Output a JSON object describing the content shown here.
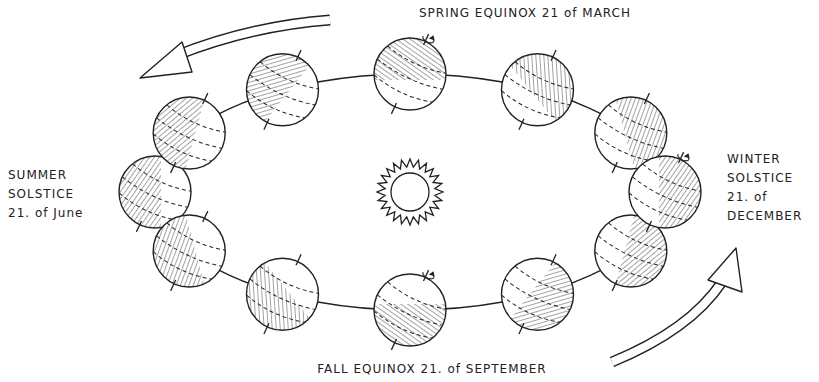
{
  "diagram": {
    "labels": [
      "SPRING EQUINOX 21 of MARCH",
      "SUMMER SOLSTICE 21. of June",
      "WINTER SOLSTICE 21. of DECEMBER",
      "FALL EQUINOX 21. of SEPTEMBER"
    ]
  }
}
